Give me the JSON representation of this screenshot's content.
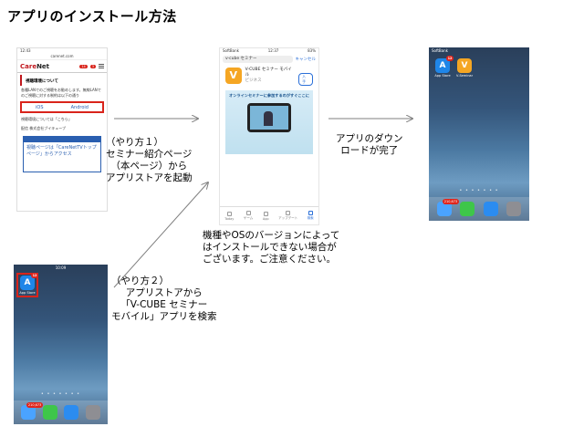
{
  "page_title": "アプリのインストール方法",
  "captions": {
    "method1": [
      "（やり方１）",
      "セミナー紹介ページ",
      "（本ページ）から",
      "アプリストアを起動"
    ],
    "download": [
      "アプリのダウン",
      "ロードが完了"
    ],
    "note": [
      "機種やOSのバージョンによって",
      "はインストールできない場合が",
      "ございます。ご注意ください。"
    ],
    "method2": [
      "（やり方２）",
      "アプリストアから",
      "「V-CUBE セミナー",
      "モバイル」アプリを検索"
    ]
  },
  "shot1": {
    "status_time": "12:43",
    "url": "carenet.com",
    "logo_prefix": "Care",
    "logo_suffix": "Net",
    "badge1": "14",
    "badge2": "3",
    "section_title": "視聴環境について",
    "section_text": "各種LANでのご視聴をお勧めします。無線LANでのご視聴に対する制約は以下の通り",
    "ios_link": "iOS",
    "android_link": "Android",
    "check_text": "視聴環境については「こちら」",
    "contact_text": "配信 株式会社ブイキューブ",
    "banner_text": "視聴ページは「CareNetTVトップページ」からアクセス"
  },
  "shot2": {
    "carrier": "SoftBank",
    "status_time": "12:37",
    "battery": "83%",
    "search_value": "v-cube セミナー",
    "cancel_label": "キャンセル",
    "app_initial": "V",
    "app_name": "V-CUBE セミナー モバイル",
    "app_category": "ビジネス",
    "get_label": "入手",
    "promo_text": "オンラインセミナーに参加するのがすぐここに",
    "tabs": [
      "Today",
      "ゲーム",
      "App",
      "アップデート",
      "検索"
    ]
  },
  "shot3": {
    "carrier": "SoftBank",
    "icons": [
      {
        "label": "App Store",
        "badge": "12",
        "color": "#1f86e8",
        "glyph": "A"
      },
      {
        "label": "V-Seminar",
        "badge": "",
        "color": "#f5a623",
        "glyph": "V"
      }
    ],
    "mail_badge": "210,673"
  },
  "shot4": {
    "status_time": "10:09",
    "icons": [
      {
        "label": "App Store",
        "badge": "12",
        "color": "#1f86e8",
        "glyph": "A"
      }
    ],
    "mail_badge": "210,673"
  },
  "colors": {
    "highlight": "#d9241b",
    "link": "#2a5fb0",
    "arrow": "#7f7f7f"
  }
}
